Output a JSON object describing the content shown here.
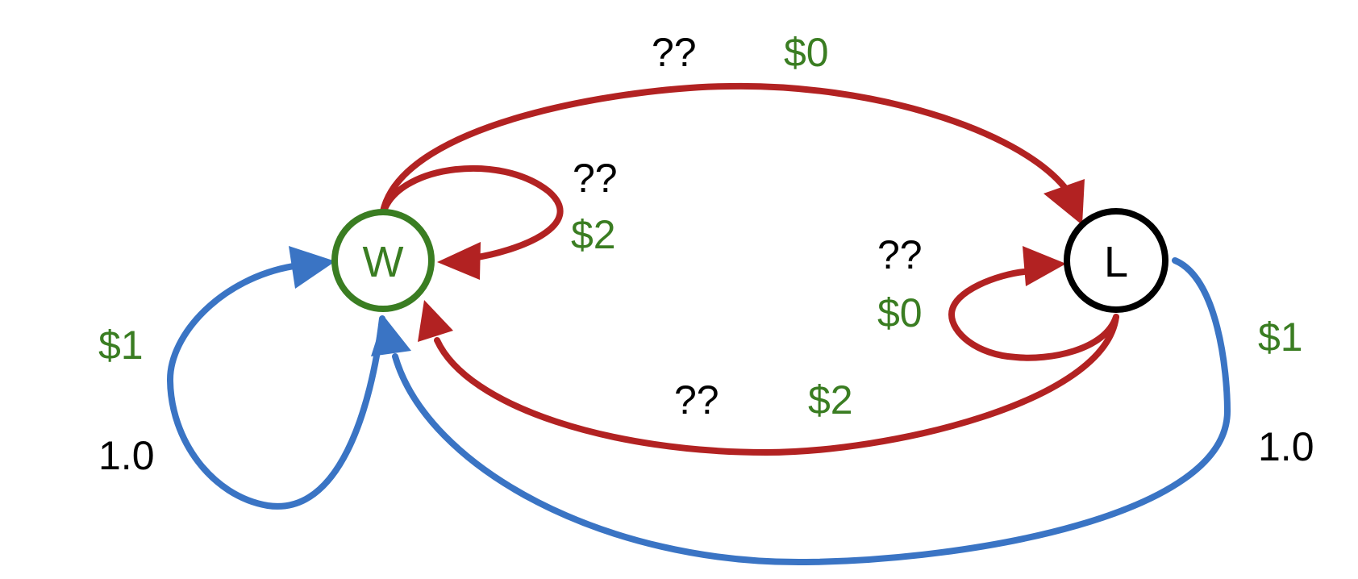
{
  "colors": {
    "red_edge": "#b22222",
    "blue_edge": "#3a74c4",
    "green_text": "#3a7d22",
    "black_text": "#000000",
    "win_node": "#3a7d22",
    "lose_node": "#000000"
  },
  "nodes": {
    "win": {
      "label": "W"
    },
    "lose": {
      "label": "L"
    }
  },
  "edges": {
    "w_to_l": {
      "prob": "??",
      "reward": "$0"
    },
    "w_self_red": {
      "prob": "??",
      "reward": "$2"
    },
    "w_self_blue": {
      "prob": "1.0",
      "reward": "$1"
    },
    "l_self_red": {
      "prob": "??",
      "reward": "$0"
    },
    "l_to_w_red": {
      "prob": "??",
      "reward": "$2"
    },
    "l_to_w_blue": {
      "prob": "1.0",
      "reward": "$1"
    }
  }
}
